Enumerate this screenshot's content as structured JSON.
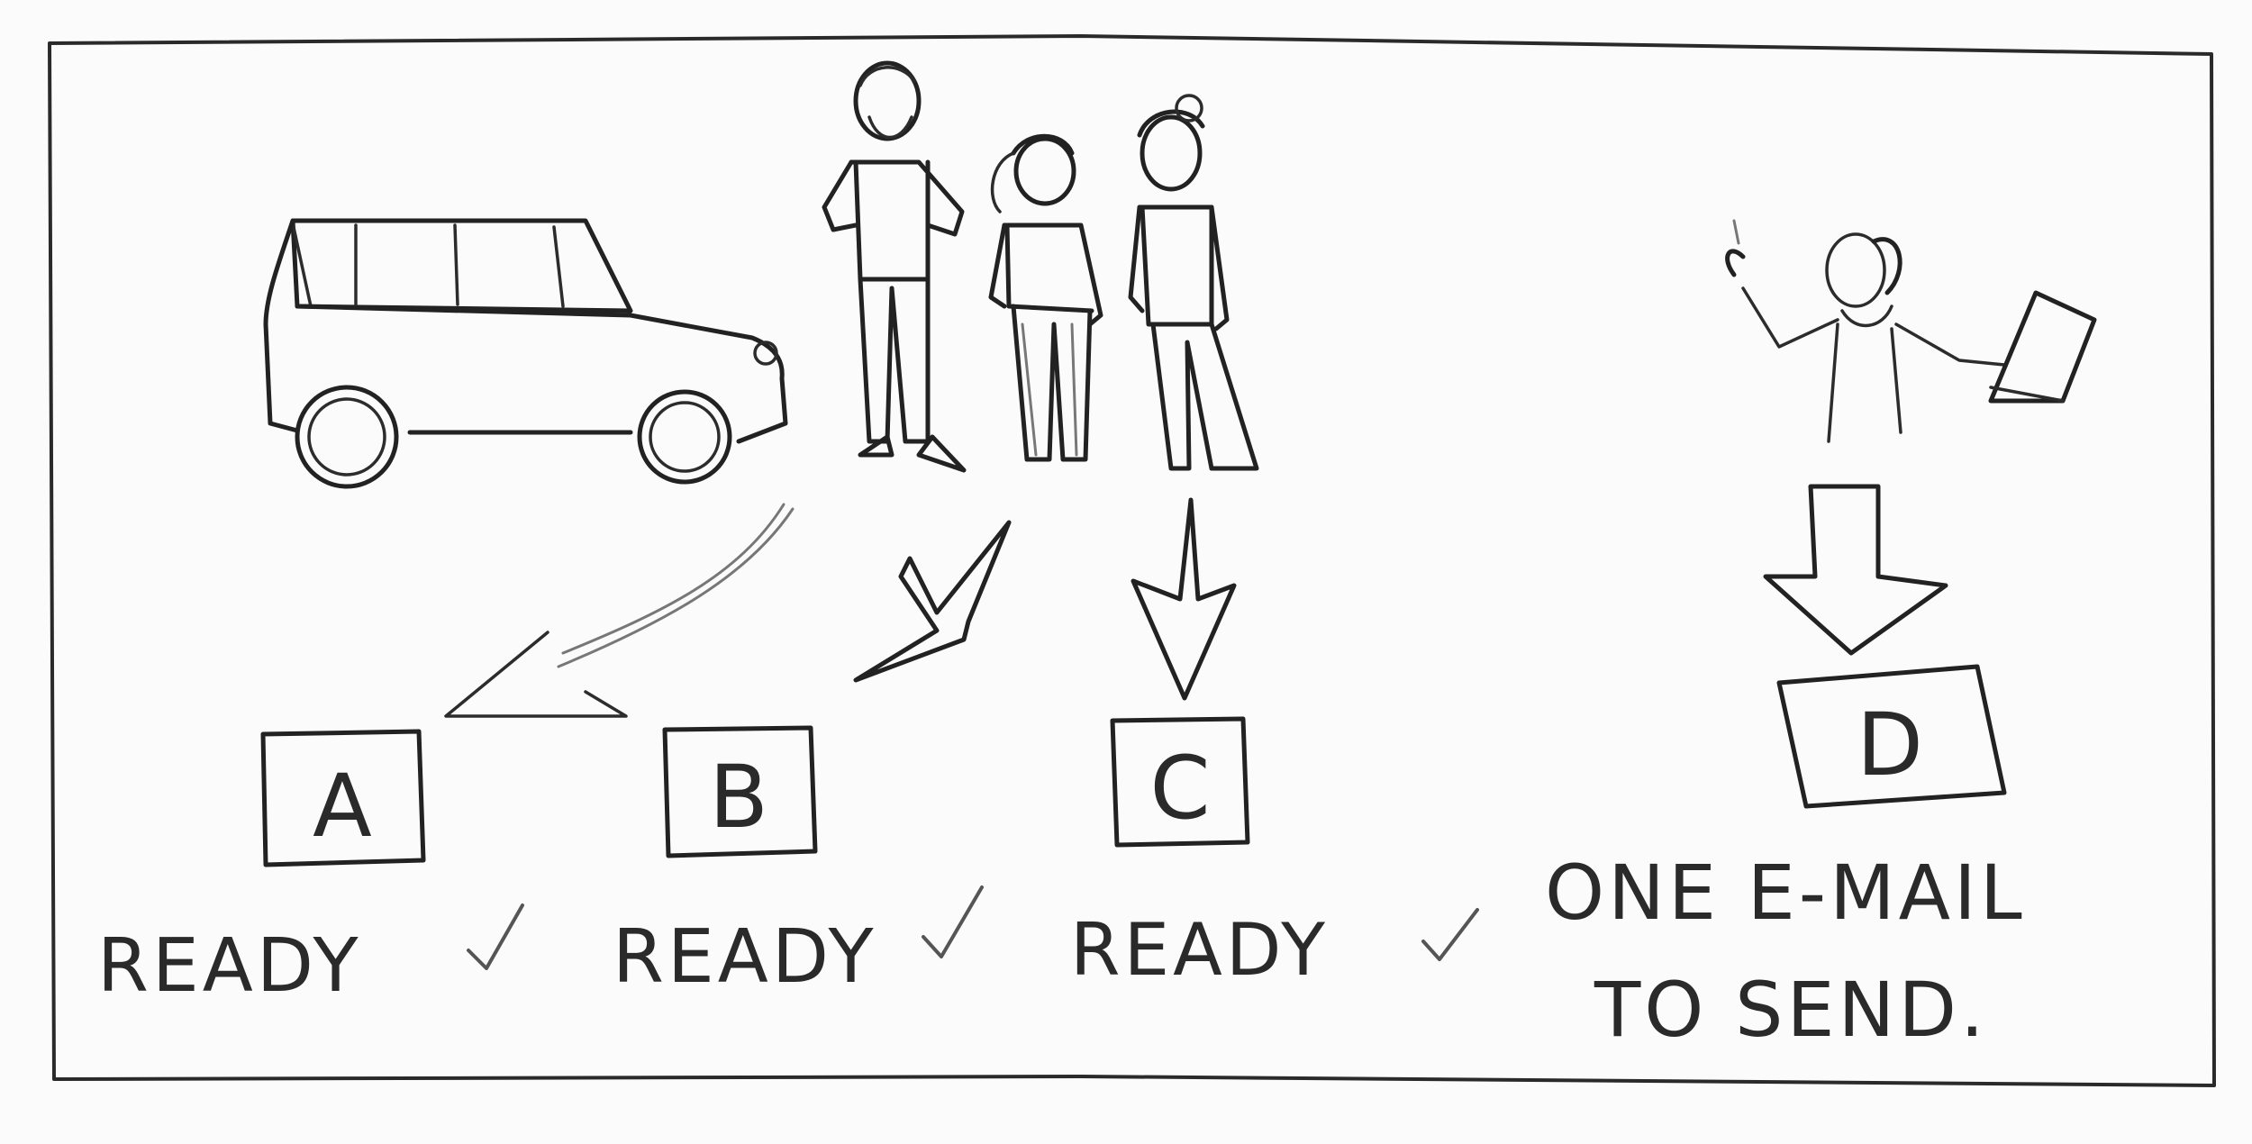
{
  "boxes": [
    {
      "letter": "A",
      "status": "READY",
      "checked": true
    },
    {
      "letter": "B",
      "status": "READY",
      "checked": true
    },
    {
      "letter": "C",
      "status": "READY",
      "checked": true
    },
    {
      "letter": "D",
      "status_line1": "ONE E-MAIL",
      "status_line2": "TO SEND.",
      "checked": false
    }
  ],
  "colors": {
    "ink": "#222222",
    "paper": "#fbfbfb"
  }
}
